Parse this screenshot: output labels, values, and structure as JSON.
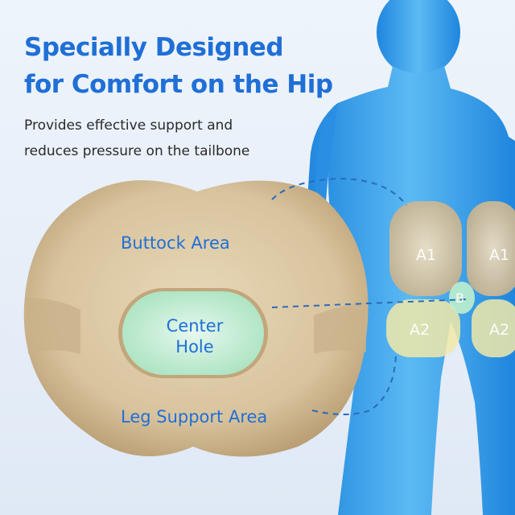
{
  "headline": {
    "line1": "Specially Designed",
    "line2": "for Comfort on the Hip"
  },
  "subtext": {
    "line1": "Provides effective support and",
    "line2": "reduces pressure on the tailbone"
  },
  "cushion": {
    "buttock_area": "Buttock Area",
    "center_hole_line1": "Center",
    "center_hole_line2": "Hole",
    "leg_support_area": "Leg Support Area"
  },
  "body_zones": {
    "a1_left": "A1",
    "a1_right": "A1",
    "b": "B",
    "a2_left": "A2",
    "a2_right": "A2"
  },
  "colors": {
    "headline": "#1f6fd6",
    "cushion": "#d9c49f",
    "center_hole": "#cdeed8",
    "body": "#3aa0ea"
  }
}
